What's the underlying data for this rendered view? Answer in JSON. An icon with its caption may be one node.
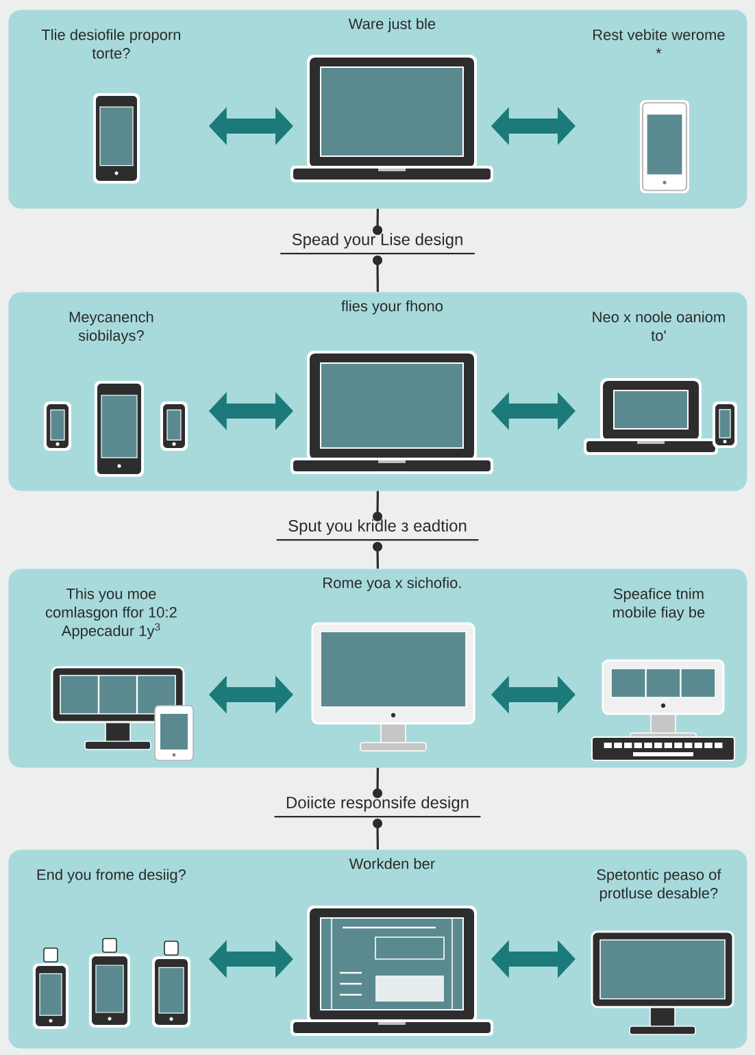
{
  "diagram": {
    "nodes": [
      {
        "text": [],
        "shape": "box"
      },
      {
        "text": [
          "Tlie desiofile proporn torte?"
        ],
        "in": 0
      },
      {
        "text": [
          "Ware just ble"
        ],
        "in": 0
      },
      {
        "text": [
          "Rest vebite werome *"
        ],
        "in": 0
      },
      {
        "text": [
          "Spead your Lise design"
        ]
      },
      {
        "text": [],
        "shape": "box"
      },
      {
        "text": [
          "Meycanench siobilays?"
        ],
        "in": 5
      },
      {
        "text": [
          "flies your fhono"
        ],
        "in": 5
      },
      {
        "text": [
          "Neo x noole oaniom to'"
        ],
        "in": 5
      },
      {
        "text": [
          "Sput you kridle з eadtion"
        ]
      },
      {
        "text": [],
        "shape": "box"
      },
      {
        "text": [
          "This you moe comlasgon ffor 10:2 Appecadur 1y$^{3}$"
        ],
        "in": 10
      },
      {
        "text": [
          "Rome yoa x sichofio."
        ],
        "in": 10
      },
      {
        "text": [
          "Speafice tnim mobile fiay be"
        ],
        "in": 10
      },
      {
        "text": [
          "Doiicte responsife design"
        ]
      },
      {
        "text": [],
        "shape": "box"
      },
      {
        "text": [
          "End you frome desiig?"
        ],
        "in": 15
      },
      {
        "text": [
          "Workden ber"
        ],
        "in": 15
      },
      {
        "text": [
          "Spetontic peaso of protluse desable?"
        ],
        "in": 15
      }
    ],
    "edges": [
      {
        "from": 1,
        "to": 2,
        "arrow": "both"
      },
      {
        "from": 2,
        "to": 3,
        "arrow": "both"
      },
      {
        "from": 0,
        "to": 4,
        "arrow": "other",
        "color": "#2b2b2b"
      },
      {
        "from": 5,
        "to": 4,
        "arrow": "other",
        "color": "#2b2b2b"
      },
      {
        "from": 6,
        "to": 7,
        "arrow": "both"
      },
      {
        "from": 7,
        "to": 8,
        "arrow": "both"
      },
      {
        "from": 5,
        "to": 9,
        "arrow": "other",
        "color": "#2b2b2b"
      },
      {
        "from": 10,
        "to": 9,
        "arrow": "other",
        "color": "#2b2b2b"
      },
      {
        "from": 11,
        "to": 12,
        "arrow": "both"
      },
      {
        "from": 12,
        "to": 13,
        "arrow": "both"
      },
      {
        "from": 10,
        "to": 14,
        "arrow": "other",
        "color": "#2b2b2b"
      },
      {
        "from": 15,
        "to": 14,
        "arrow": "other",
        "color": "#2b2b2b"
      },
      {
        "from": 16,
        "to": 17,
        "arrow": "both"
      },
      {
        "from": 17,
        "to": 18,
        "arrow": "both"
      }
    ]
  }
}
